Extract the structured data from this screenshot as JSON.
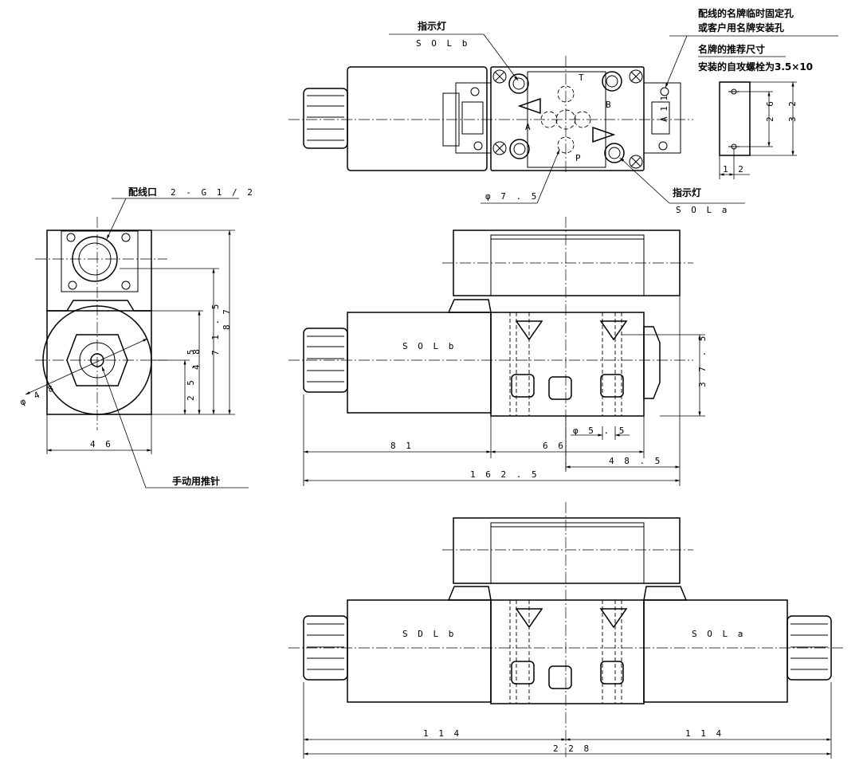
{
  "notes": {
    "indicator_b": "指示灯",
    "sol_b_top": "S O L  b",
    "nameplate_hole_1": "配线的名牌临时固定孔",
    "nameplate_hole_2": "或客户用名牌安装孔",
    "nameplate_size_title": "名牌的推荐尺寸",
    "nameplate_screw": "安装的自攻螺栓为3.5×10",
    "indicator_a": "指示灯",
    "sol_a_top": "S O L  a",
    "wiring_port": "配线口",
    "wiring_port_size": "2 - G 1 / 2",
    "manual_pin": "手动用推针"
  },
  "ports": {
    "T": "T",
    "B": "B",
    "A": "A",
    "P": "P"
  },
  "coil_labels": {
    "front_b": "S O L  b",
    "bottom_b": "S D L  b",
    "bottom_a": "S O L  a"
  },
  "dimensions": {
    "np_w": "1 2",
    "np_h1": "2 6",
    "np_h2": "3 2",
    "port_dia": "φ 7 . 5",
    "side_dia": "φ 4 8",
    "side_w": "4 6",
    "side_h1": "2 5 . 5",
    "side_h2": "4 8",
    "side_h3": "7 1 . 5",
    "side_h4": "8 7",
    "front_81": "8 1",
    "front_66": "6 6",
    "front_dia": "φ 5 . 5",
    "front_48_5": "4 8 . 5",
    "front_162_5": "1 6 2 . 5",
    "front_37_5": "3 7 . 5",
    "bottom_114_l": "1 1 4",
    "bottom_114_r": "1 1 4",
    "bottom_228": "2 2 8"
  },
  "nameplate_marks": "A 1 1"
}
